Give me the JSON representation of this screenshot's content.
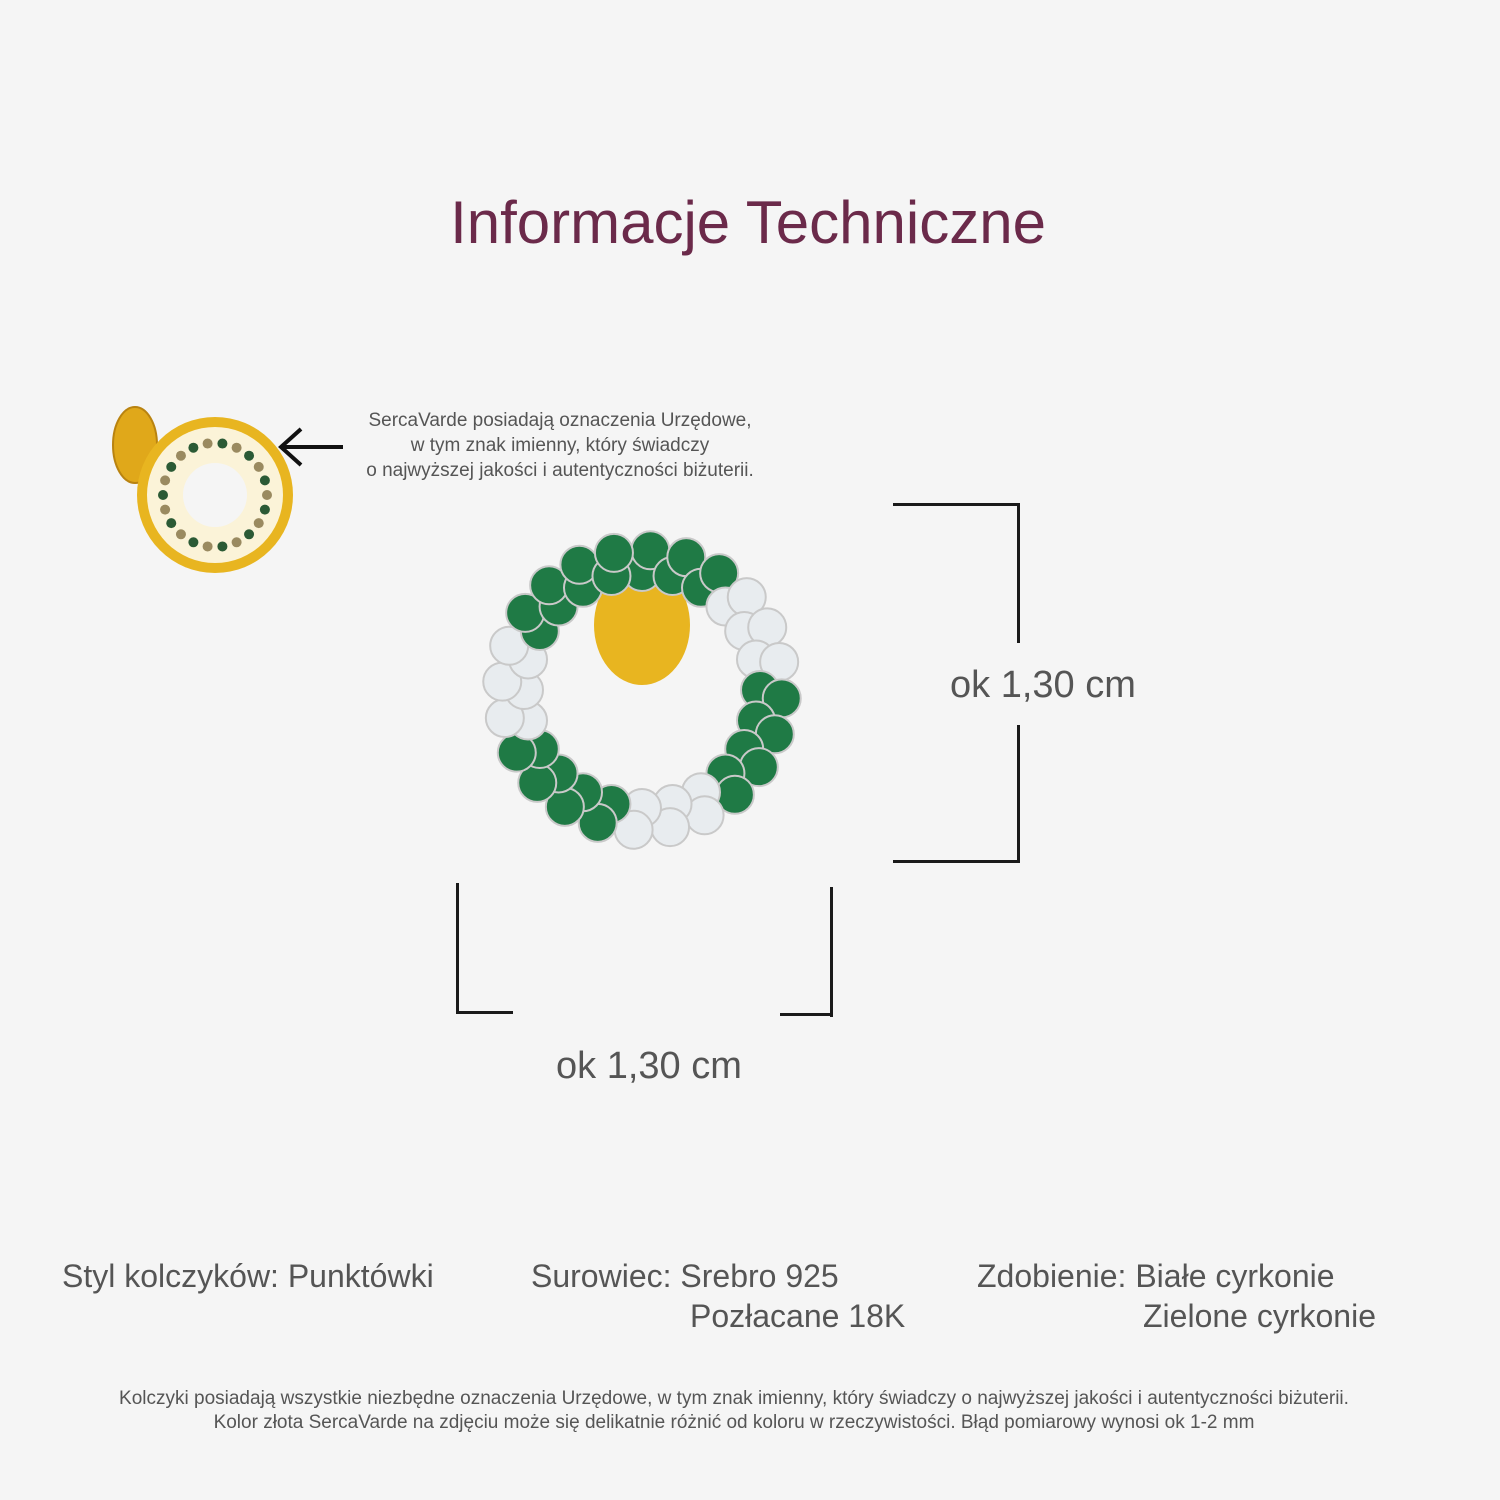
{
  "title": "Informacje Techniczne",
  "note": {
    "lines": [
      "SercaVarde posiadają oznaczenia Urzędowe,",
      "w tym znak imienny, który świadczy",
      "o najwyższej jakości i autentyczności biżuterii."
    ]
  },
  "dimensions": {
    "height": "ok 1,30 cm",
    "width": "ok 1,30 cm"
  },
  "specs": {
    "style": "Styl kolczyków: Punktówki",
    "material_line1": "Surowiec: Srebro 925",
    "material_line2": "Pozłacane 18K",
    "decoration_line1": "Zdobienie: Białe cyrkonie",
    "decoration_line2": "Zielone cyrkonie"
  },
  "footer": {
    "line1": "Kolczyki posiadają wszystkie niezbędne oznaczenia Urzędowe, w tym znak imienny, który świadczy o najwyższej jakości i autentyczności biżuterii.",
    "line2": "Kolor złota SercaVarde na zdjęciu może się delikatnie różnić od koloru w rzeczywistości. Błąd pomiarowy wynosi ok 1-2 mm"
  },
  "colors": {
    "title": "#6b2a4a",
    "gold": "#e8b520",
    "green_stone": "#1f7a45",
    "white_stone": "#e8ecef"
  }
}
